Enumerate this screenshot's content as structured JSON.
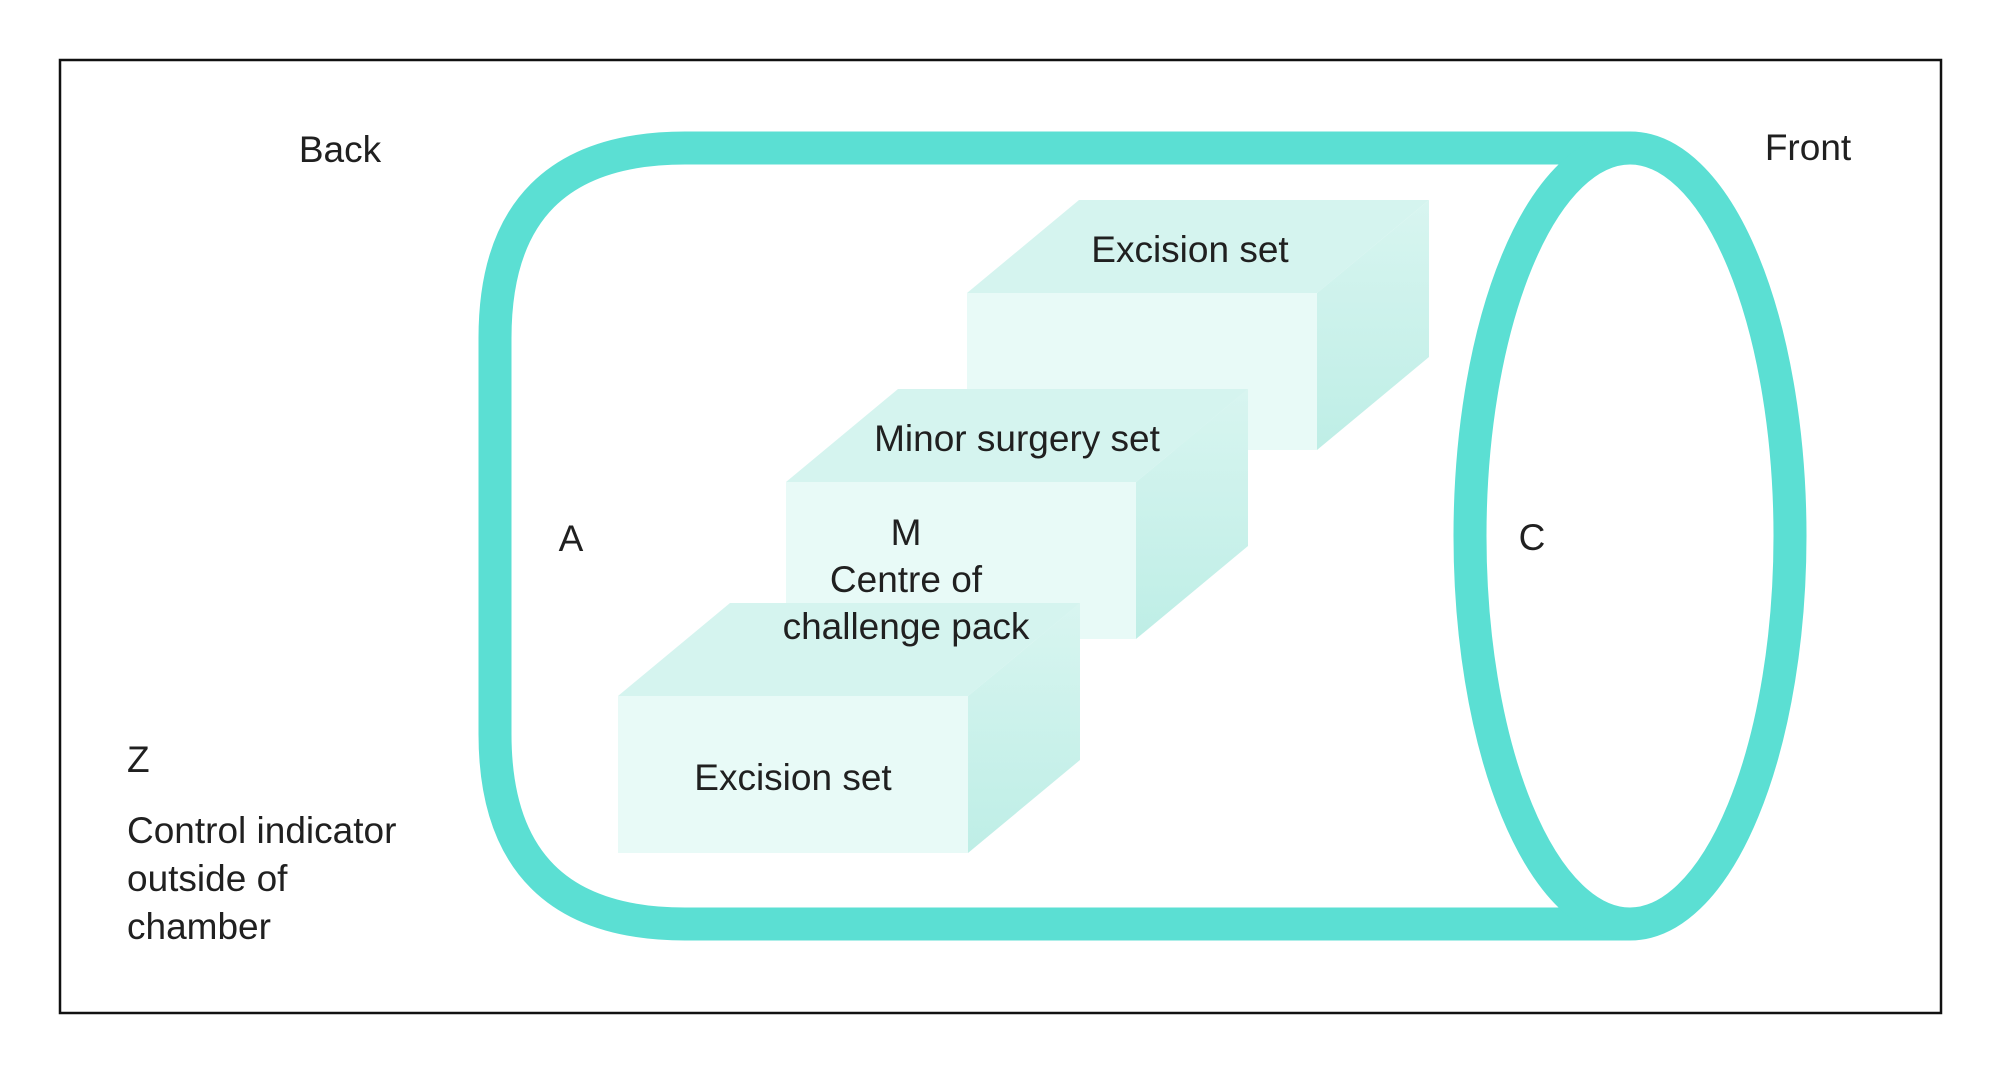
{
  "diagram": {
    "orientation": {
      "back_label": "Back",
      "front_label": "Front"
    },
    "markers": {
      "a_label": "A",
      "c_label": "C",
      "z_label": "Z"
    },
    "control_note": {
      "line1": "Control indicator",
      "line2": "outside of",
      "line3": "chamber"
    },
    "boxes": {
      "top": {
        "label": "Excision set"
      },
      "middle": {
        "label": "Minor surgery set",
        "note_line1": "M",
        "note_line2": "Centre of",
        "note_line3": "challenge pack"
      },
      "bottom": {
        "label": "Excision set"
      }
    },
    "colors": {
      "chamber_outline": "#5BDFD3",
      "box_front": "#E8FAF7",
      "box_top": "#D5F4EF",
      "box_side_light": "#D8F5F0",
      "box_side_dark": "#BEEEE6",
      "text": "#202020",
      "border": "#111111",
      "background": "#FFFFFF"
    }
  }
}
